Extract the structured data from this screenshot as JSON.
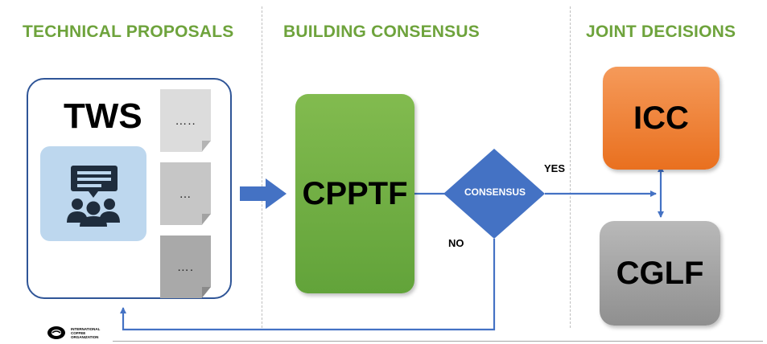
{
  "sections": {
    "technical": "TECHNICAL PROPOSALS",
    "consensus": "BUILDING CONSENSUS",
    "joint": "JOINT DECISIONS"
  },
  "nodes": {
    "tws": "TWS",
    "cpptf": "CPPTF",
    "decision": "CONSENSUS",
    "icc": "ICC",
    "cglf": "CGLF"
  },
  "documents": [
    "…..",
    "…",
    "…."
  ],
  "edges": {
    "yes": "YES",
    "no": "NO"
  },
  "footer": {
    "org_line1": "INTERNATIONAL",
    "org_line2": "COFFEE",
    "org_line3": "ORGANIZATION"
  },
  "colors": {
    "heading": "#6ea33c",
    "arrow": "#4472c4",
    "tws_border": "#2f5597",
    "group_card": "#bdd7ee",
    "cpptf": "#70ad47",
    "icc": "#ed7d31",
    "cglf": "#a5a5a5",
    "doc_light": "#d9d9d9",
    "doc_mid": "#bfbfbf",
    "doc_dark": "#a6a6a6"
  },
  "icons": {
    "group": "people-with-speech-bubble-icon",
    "logo": "ico-logo-icon"
  }
}
